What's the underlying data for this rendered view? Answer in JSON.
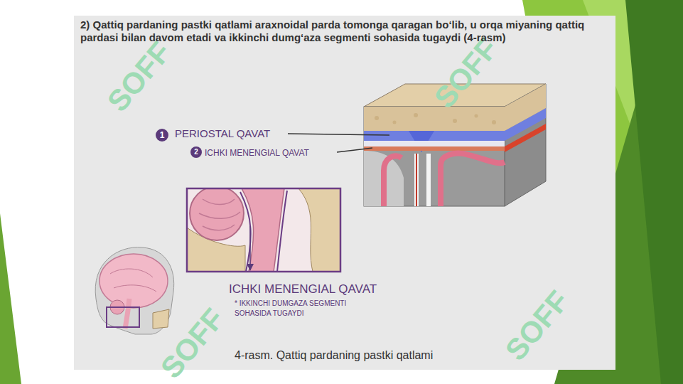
{
  "diagram": {
    "title": "2) Qattiq pardaning pastki qatlami araxnoidal parda tomonga qaragan bo‘lib, u orqa miyaning qattiq pardasi bilan davom etadi va ikkinchi dumg‘aza segmenti sohasida tugaydi (4-rasm)",
    "caption": "4-rasm. Qattiq pardaning pastki qatlami",
    "labels": [
      "1",
      "PERIOSTAL QAVAT",
      "2",
      "ICHKI MENENGIAL QAVAT",
      "ICHKI MENENGIAL QAVAT",
      "* IKKINCHI DUMGAZA SEGMENTI SOHASIDA TUGAYDI",
      "SOFF",
      "SOFF",
      "SOFF",
      "SOFF"
    ]
  }
}
